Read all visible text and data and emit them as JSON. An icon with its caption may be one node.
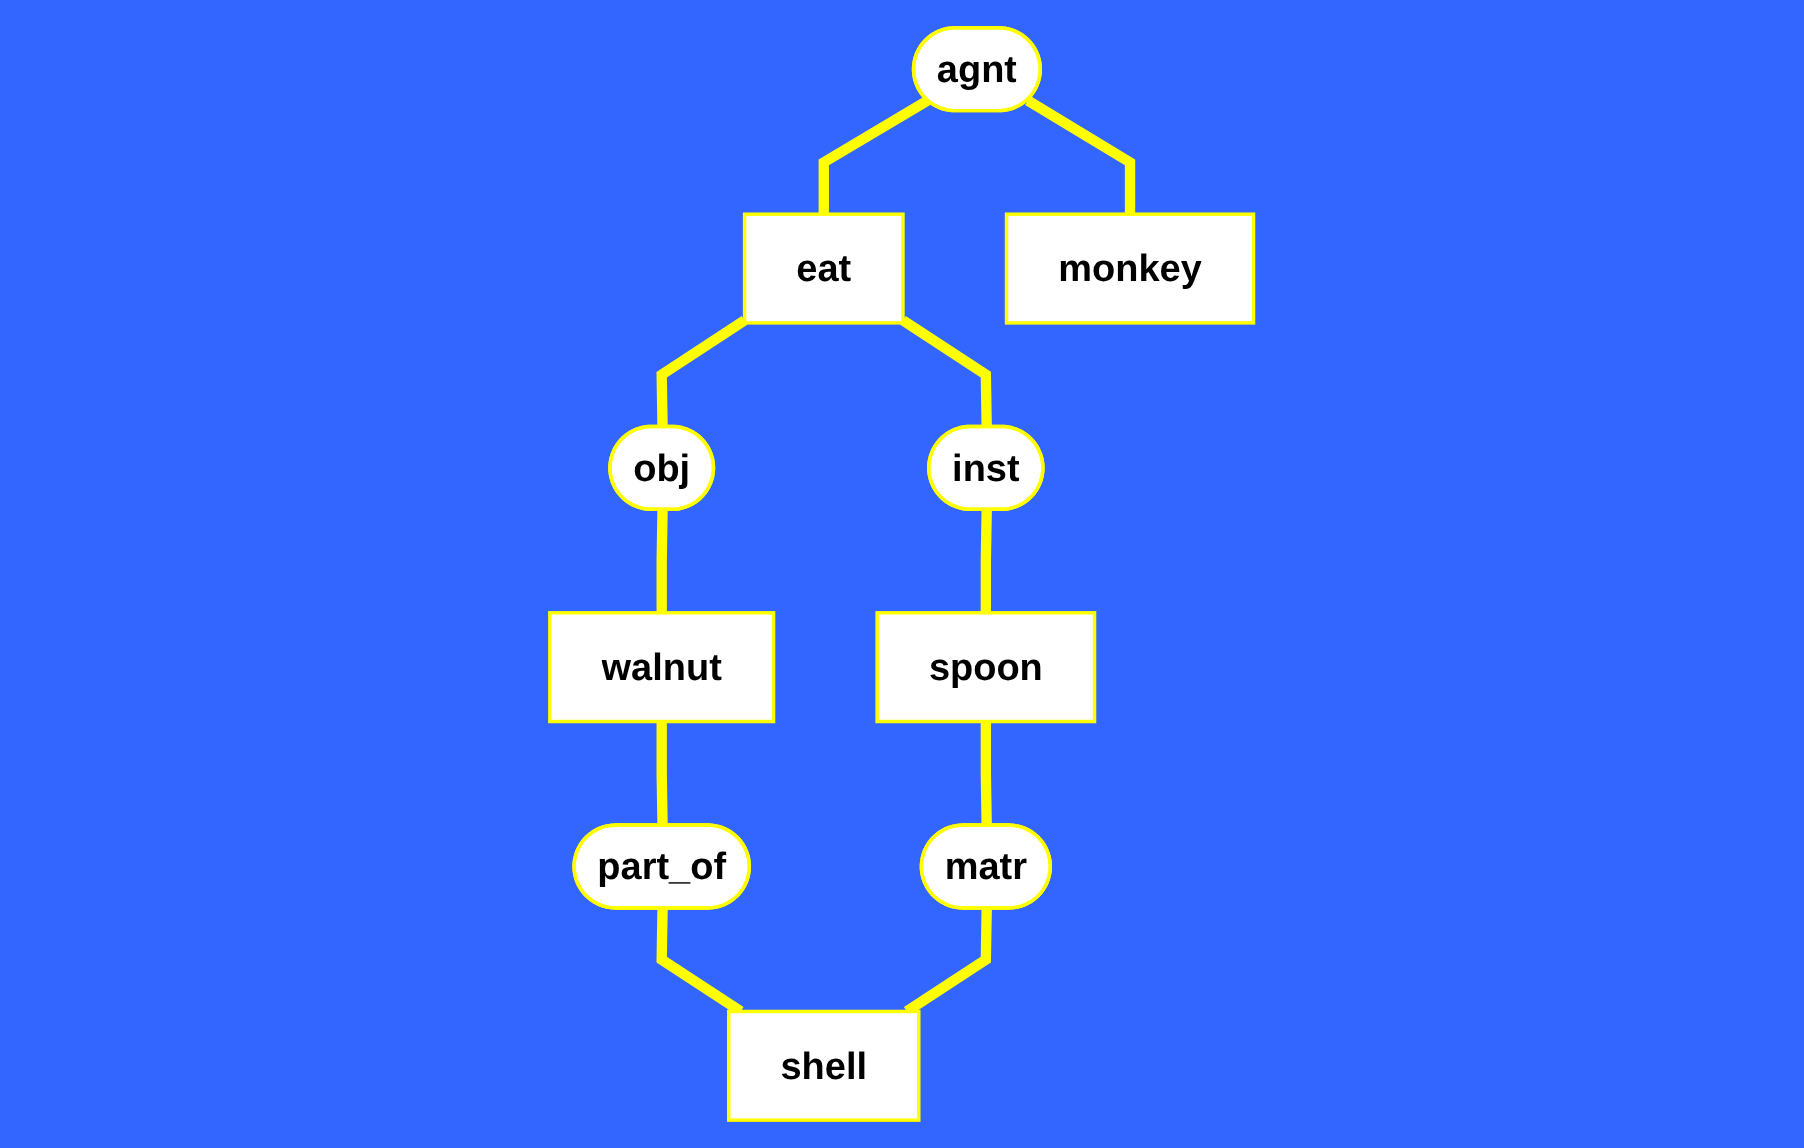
{
  "diagram": {
    "nodes": [
      {
        "text": [
          "agnt"
        ]
      },
      {
        "text": [
          "eat"
        ]
      },
      {
        "text": [
          "obj"
        ]
      },
      {
        "text": [
          "walnut"
        ]
      },
      {
        "text": [
          "monkey"
        ]
      },
      {
        "text": [
          "inst"
        ]
      },
      {
        "text": [
          "part_of"
        ]
      },
      {
        "text": [
          "spoon"
        ]
      },
      {
        "text": [
          "matr"
        ]
      },
      {
        "text": [
          "shell"
        ]
      }
    ],
    "edges": [
      {
        "from": 0,
        "to": 1,
        "arrow": "none"
      },
      {
        "from": 1,
        "to": 2,
        "arrow": "none"
      },
      {
        "from": 2,
        "to": 3,
        "arrow": "none"
      },
      {
        "from": 0,
        "to": 4,
        "arrow": "none"
      },
      {
        "from": 1,
        "to": 5,
        "arrow": "none"
      },
      {
        "from": 3,
        "to": 6,
        "arrow": "none"
      },
      {
        "from": 5,
        "to": 7,
        "arrow": "none"
      },
      {
        "from": 6,
        "to": 9,
        "arrow": "none"
      },
      {
        "from": 7,
        "to": 8,
        "arrow": "none"
      },
      {
        "from": 8,
        "to": 9,
        "arrow": "none"
      }
    ]
  }
}
